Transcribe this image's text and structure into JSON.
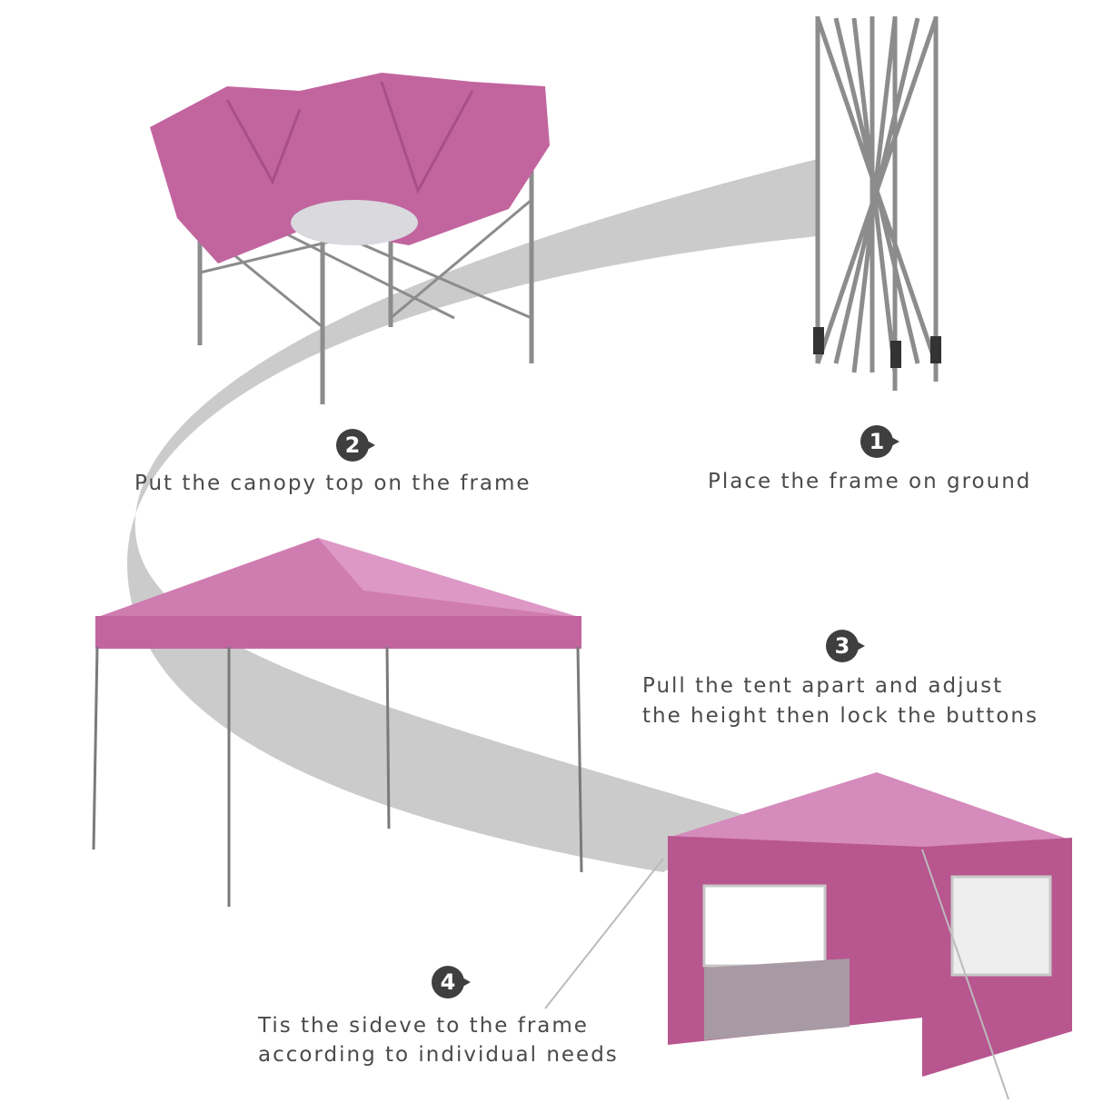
{
  "steps": [
    {
      "number": "1",
      "text": "Place the frame on ground"
    },
    {
      "number": "2",
      "text": "Put the canopy top on the frame"
    },
    {
      "number": "3",
      "lines": [
        "Pull the tent apart and adjust",
        "the height then lock the buttons"
      ]
    },
    {
      "number": "4",
      "lines": [
        "Tis the sideve to the frame",
        "according to individual needs"
      ]
    }
  ],
  "colors": {
    "canopy": "#c2659f",
    "canopy_light": "#d98bbf",
    "frame": "#8a8a8a",
    "path": "#c9c9c9",
    "text": "#4a4a4a",
    "badge": "#3f3f3f"
  }
}
